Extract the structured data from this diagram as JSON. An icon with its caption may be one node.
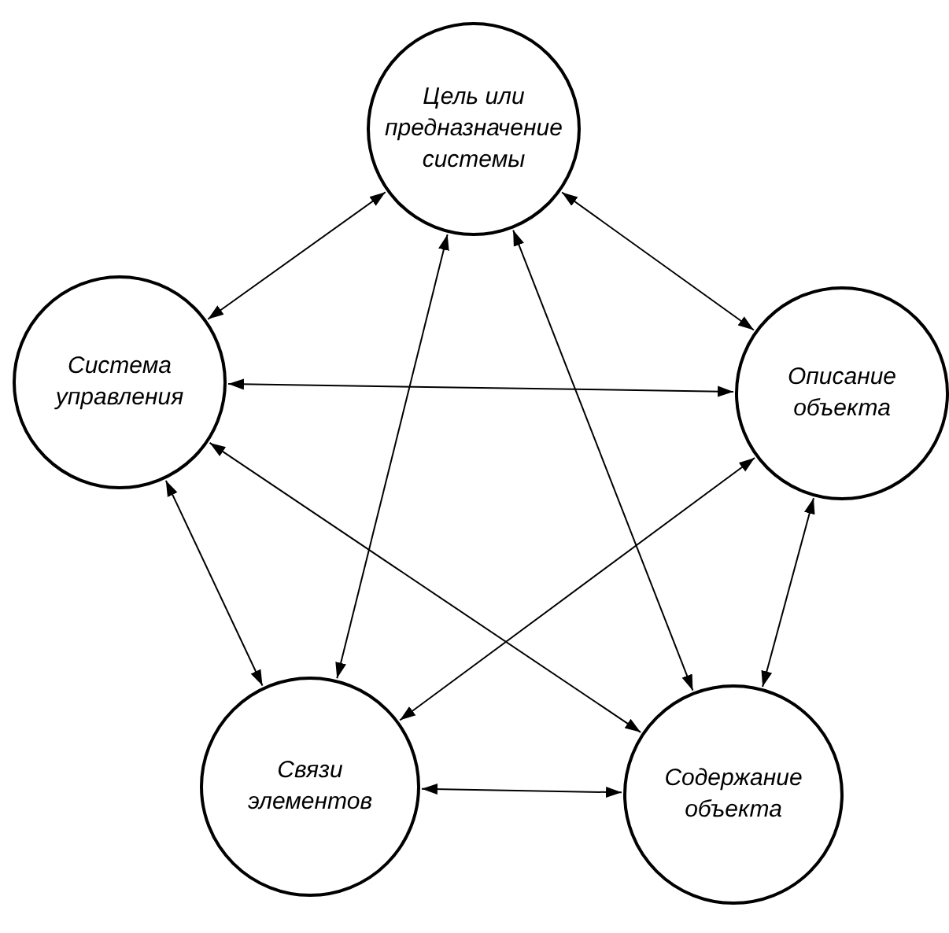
{
  "diagram": {
    "nodes": [
      {
        "text": [
          "Цель или предназначение системы"
        ]
      },
      {
        "text": [
          "Система управления"
        ]
      },
      {
        "text": [
          "Описание объекта"
        ]
      },
      {
        "text": [
          "Связи элементов"
        ]
      },
      {
        "text": [
          "Содержание объекта"
        ]
      }
    ],
    "edges": [
      {
        "from": 0,
        "to": 1,
        "arrow": "both"
      },
      {
        "from": 0,
        "to": 2,
        "arrow": "both"
      },
      {
        "from": 0,
        "to": 3,
        "arrow": "both"
      },
      {
        "from": 0,
        "to": 4,
        "arrow": "both"
      },
      {
        "from": 1,
        "to": 2,
        "arrow": "both"
      },
      {
        "from": 1,
        "to": 3,
        "arrow": "both"
      },
      {
        "from": 1,
        "to": 4,
        "arrow": "both"
      },
      {
        "from": 2,
        "to": 3,
        "arrow": "both"
      },
      {
        "from": 2,
        "to": 4,
        "arrow": "both"
      },
      {
        "from": 3,
        "to": 4,
        "arrow": "both"
      }
    ]
  }
}
